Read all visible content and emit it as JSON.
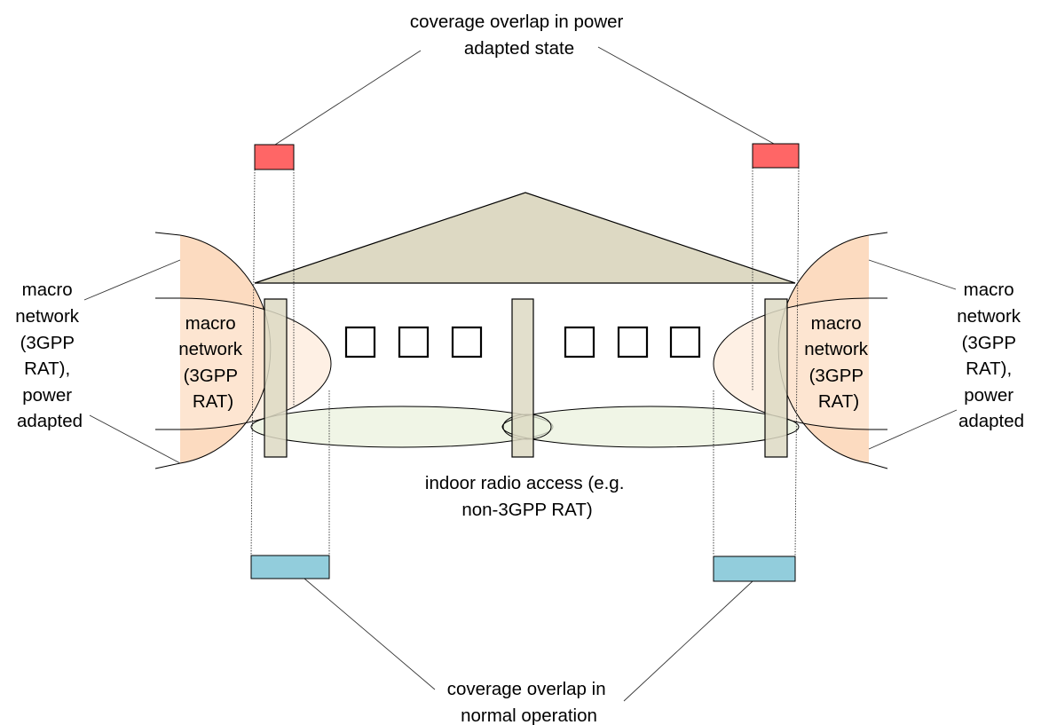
{
  "labels": {
    "power_adapted_overlap": [
      "coverage overlap in power",
      "adapted state"
    ],
    "normal_overlap": [
      "coverage overlap in",
      "normal operation"
    ],
    "indoor_access": [
      "indoor radio access (e.g.",
      "non-3GPP RAT)"
    ],
    "macro_outer_left": [
      "macro",
      "network",
      "(3GPP",
      "RAT),",
      "power",
      "adapted"
    ],
    "macro_outer_right": [
      "macro",
      "network",
      "(3GPP",
      "RAT),",
      "power",
      "adapted"
    ],
    "macro_inner_left": [
      "macro",
      "network",
      "(3GPP",
      "RAT)"
    ],
    "macro_inner_right": [
      "macro",
      "network",
      "(3GPP",
      "RAT)"
    ]
  },
  "colors": {
    "power_adapted_overlap_box": "#ff6666",
    "normal_overlap_box": "#92cddc",
    "macro_power_adapted_region": "#fbd5b5",
    "macro_normal_region": "#fde9d9",
    "indoor_coverage": "#ebf1de",
    "building_parts": "#ddd9c3"
  }
}
